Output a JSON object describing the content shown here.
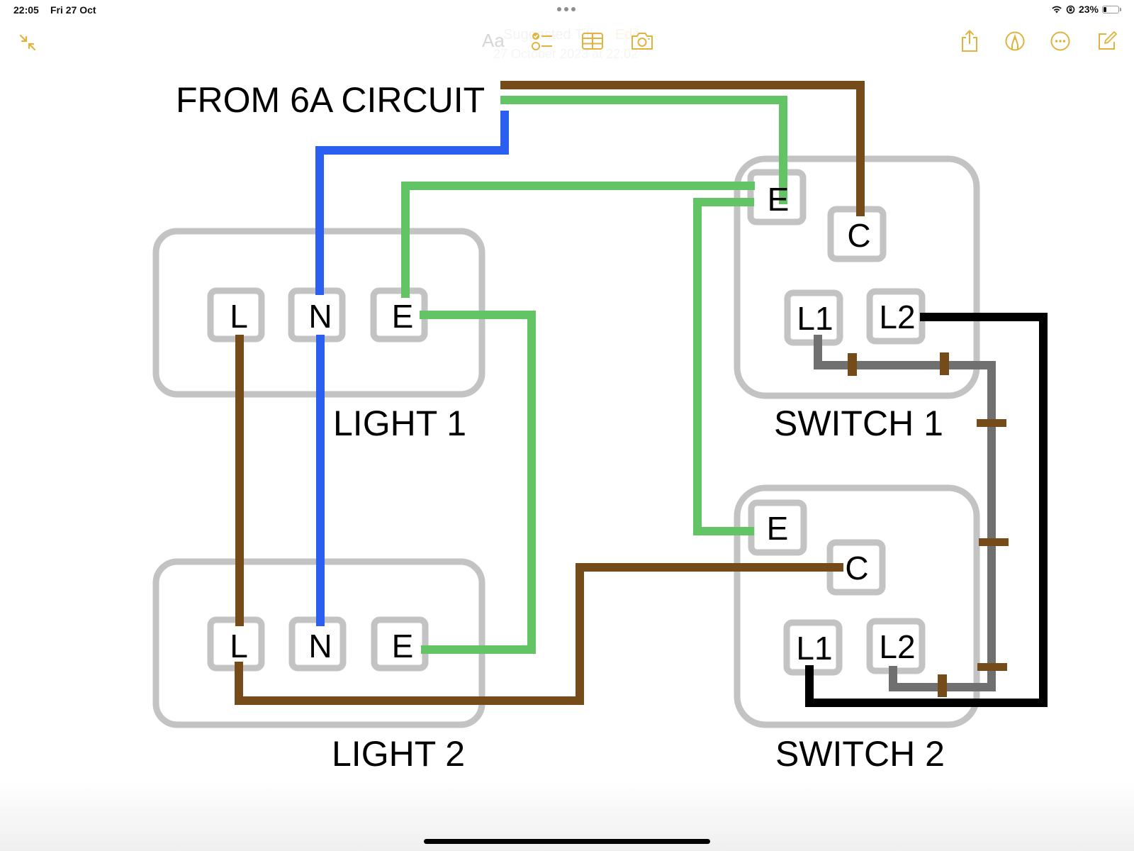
{
  "status_bar": {
    "time": "22:05",
    "date": "Fri 27 Oct",
    "battery_text": "23%",
    "battery_level": 0.23,
    "icons": [
      "wifi-icon",
      "orientation-lock-icon",
      "battery-icon"
    ]
  },
  "toolbar": {
    "collapse_icon": "collapse-arrows-icon",
    "format_label": "Aa",
    "checklist_icon": "checklist-icon",
    "table_icon": "table-icon",
    "camera_icon": "camera-icon",
    "share_icon": "share-icon",
    "markup_icon": "markup-pen-icon",
    "more_icon": "ellipsis-circle-icon",
    "compose_icon": "compose-icon",
    "accent_color": "#E2B33C"
  },
  "note": {
    "suggested_title": "Suggested Title",
    "edit_label": "Edit",
    "timestamp": "27 October 2023 at 22:02"
  },
  "diagram": {
    "supply_label": "FROM 6A CIRCUIT",
    "light1": {
      "label": "LIGHT 1",
      "terminals": [
        "L",
        "N",
        "E"
      ]
    },
    "light2": {
      "label": "LIGHT 2",
      "terminals": [
        "L",
        "N",
        "E"
      ]
    },
    "switch1": {
      "label": "SWITCH 1",
      "terminals": [
        "E",
        "C",
        "L1",
        "L2"
      ]
    },
    "switch2": {
      "label": "SWITCH 2",
      "terminals": [
        "E",
        "C",
        "L1",
        "L2"
      ]
    },
    "wire_colors": {
      "live": "#744B19",
      "earth": "#63C466",
      "neutral": "#2A5FF0",
      "strapper_grey": "#707070",
      "strapper_black": "#000000",
      "box_outline": "#C3C3C3"
    }
  }
}
